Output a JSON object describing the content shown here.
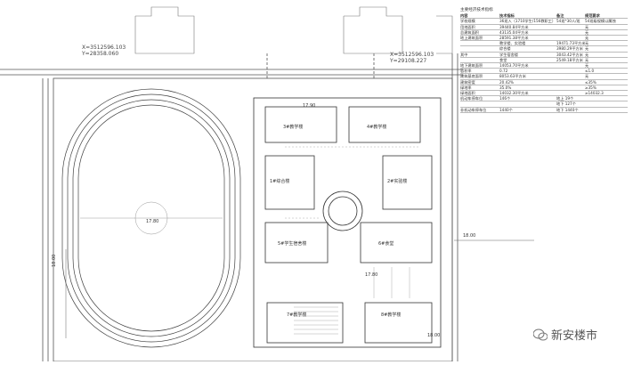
{
  "table": {
    "title": "主要经济技术指标",
    "headers": [
      "内容",
      "技术指标",
      "备注",
      "规范要求"
    ],
    "rows": [
      [
        "学校规模",
        "36班入（1710学生/156教职工）",
        "54班*30人/班",
        "54班级规模以属独"
      ],
      [
        "用地面积",
        "39440.84平方米",
        "",
        "无"
      ],
      [
        "总建筑面积",
        "43135.04平方米",
        "",
        "无"
      ],
      [
        "地上建筑面积",
        "28591.38平方米",
        "",
        "无"
      ],
      [
        "",
        "教学楼、实验楼",
        "19471.73平方米",
        "无"
      ],
      [
        "",
        "综合楼",
        "3980.29平方米",
        "无"
      ],
      [
        "其中",
        "学生宿舍楼",
        "3043.42平方米",
        "无"
      ],
      [
        "",
        "食堂",
        "2549.18平方米",
        "无"
      ],
      [
        "地下建筑面积",
        "14053.70平方米",
        "",
        "无"
      ],
      [
        "容积率",
        "0.72",
        "",
        "≤1.0"
      ],
      [
        "建筑基底面积",
        "8053.63平方米",
        "",
        "无"
      ],
      [
        "建筑密度",
        "20.42%",
        "",
        "≤35%"
      ],
      [
        "绿地率",
        "35.0%",
        "",
        "≥35%"
      ],
      [
        "绿地面积",
        "14032.30平方米",
        "",
        "≥14032.3"
      ],
      [
        "机动车停车位",
        "146个",
        "地上 19个",
        ""
      ],
      [
        "",
        "",
        "地下 127个",
        ""
      ],
      [
        "非机动车停车位",
        "1440个",
        "地下 1440个",
        ""
      ]
    ]
  },
  "coords": {
    "c1_x": "X=3512596.103",
    "c1_y": "Y=28358.060",
    "c2_x": "X=3512596.103",
    "c2_y": "Y=29108.227"
  },
  "labels": {
    "bldg_a": "3#教学楼",
    "bldg_b": "4#教学楼",
    "bldg_c": "1#综合楼",
    "bldg_d": "2#实验楼",
    "bldg_e": "5#学生宿舍楼",
    "bldg_f": "6#食堂",
    "bldg_g": "7#教学楼",
    "bldg_h": "8#教学楼",
    "dim_top": "18.00",
    "dim_left": "18.00",
    "elev_field": "17.80",
    "elev_a": "17.90",
    "elev_b": "17.80",
    "elev_c": "18.00"
  },
  "watermark": "新安楼市"
}
